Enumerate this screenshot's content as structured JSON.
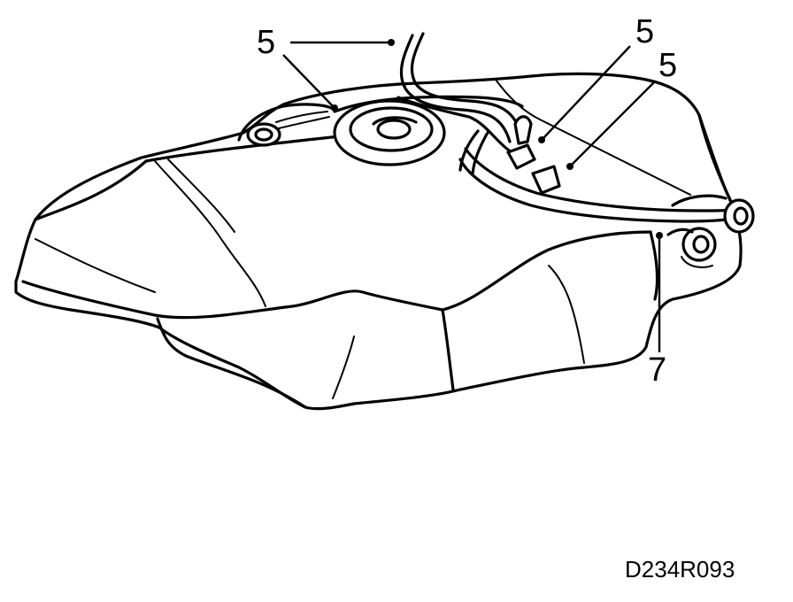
{
  "callouts": [
    {
      "label": "5"
    },
    {
      "label": "5"
    },
    {
      "label": "5"
    },
    {
      "label": "7"
    }
  ],
  "drawing_code": "D234R093"
}
